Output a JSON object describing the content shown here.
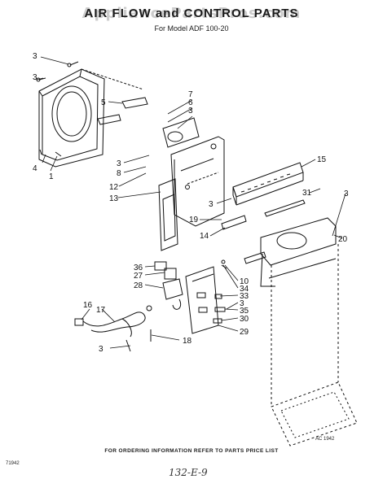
{
  "header": {
    "title": "AIR FLOW and CONTROL PARTS",
    "model_line": "For Model ADF 100-20",
    "watermark": "AppliancePartsPros.com"
  },
  "callouts": [
    "3",
    "3",
    "5",
    "7",
    "6",
    "3",
    "4",
    "1",
    "3",
    "8",
    "12",
    "13",
    "15",
    "3",
    "31",
    "3",
    "19",
    "14",
    "20",
    "36",
    "27",
    "28",
    "10",
    "34",
    "33",
    "3",
    "16",
    "17",
    "35",
    "30",
    "29",
    "3",
    "18"
  ],
  "footer": {
    "ordering_note": "FOR ORDERING INFORMATION REFER TO PARTS PRICE LIST",
    "figure_code_left": "71942",
    "figure_code_right": "AC 1942",
    "handwritten_note": "132-E-9"
  }
}
